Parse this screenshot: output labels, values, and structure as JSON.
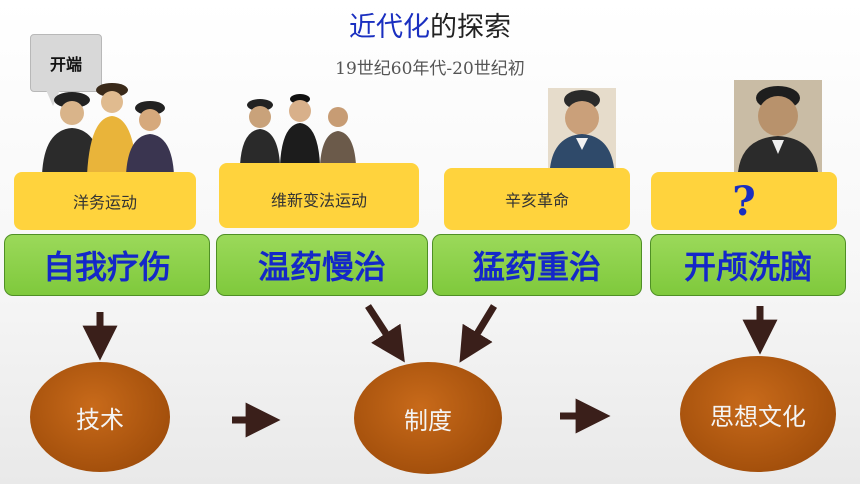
{
  "title": {
    "highlight": "近代化",
    "rest": "的探索"
  },
  "subtitle": "19世纪60年代-20世纪初",
  "callout": "开端",
  "stages": [
    {
      "movement": "洋务运动",
      "motto": "自我疗伤"
    },
    {
      "movement": "维新变法运动",
      "motto": "温药慢治"
    },
    {
      "movement": "辛亥革命",
      "motto": "猛药重治"
    },
    {
      "movement": "?",
      "motto": "开颅洗脑"
    }
  ],
  "outcomes": {
    "tech": "技术",
    "system": "制度",
    "culture": "思想文化"
  },
  "colors": {
    "title_blue": "#1a2fc0",
    "yellow": "#ffd33d",
    "green": "#8fd24a",
    "oval": "#b0560f",
    "arrow": "#3a1f1a"
  }
}
